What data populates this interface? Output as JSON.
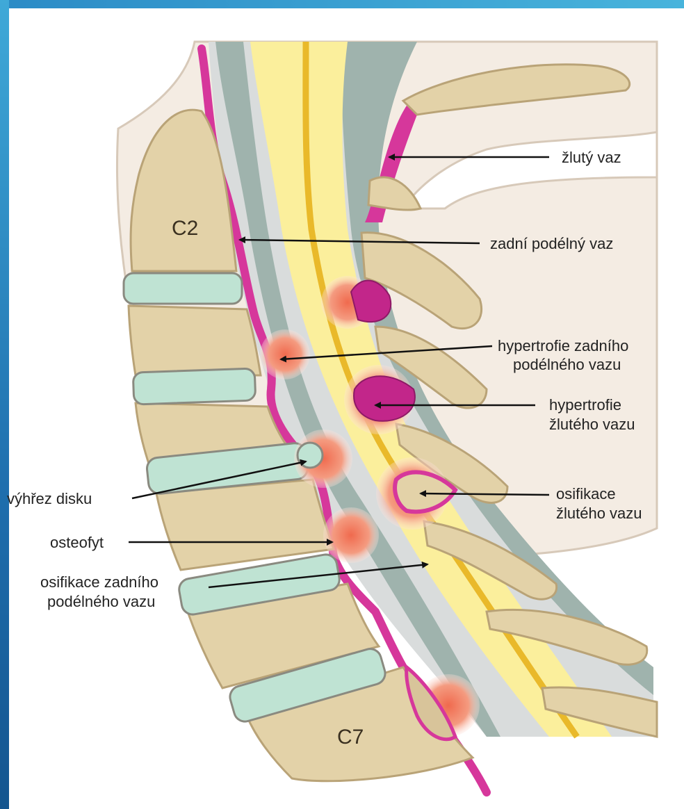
{
  "colors": {
    "bone": "#e3d2a8",
    "bone_edge": "#b9a377",
    "disc": "#bfe3d3",
    "ligament": "#d6379b",
    "cord": "#fbef9c",
    "cord_line": "#e9b92a",
    "csf": "#a7b9b3",
    "accent": "#2b8bc6"
  },
  "vertebra_labels": {
    "top": "C2",
    "bottom": "C7"
  },
  "labels": {
    "ligamentum_flavum": "žlutý vaz",
    "posterior_longitudinal_ligament": "zadní podélný vaz",
    "hypertrophy_pll_1": "hypertrofie zadního",
    "hypertrophy_pll_2": "podélného vazu",
    "hypertrophy_lf_1": "hypertrofie",
    "hypertrophy_lf_2": "žlutého vazu",
    "disc_herniation": "výhřez disku",
    "ossification_lf_1": "osifikace",
    "ossification_lf_2": "žlutého vazu",
    "osteophyte": "osteofyt",
    "ossification_pll_1": "osifikace zadního",
    "ossification_pll_2": "podélného vazu"
  }
}
